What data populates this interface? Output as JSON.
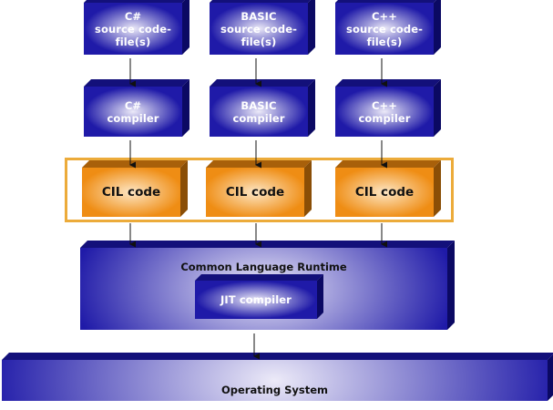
{
  "sources": [
    {
      "id": "cs",
      "label": "C#\nsource code-\nfile(s)"
    },
    {
      "id": "basic",
      "label": "BASIC\nsource code-\nfile(s)"
    },
    {
      "id": "cpp",
      "label": "C++\nsource code-\nfile(s)"
    }
  ],
  "compilers": [
    {
      "id": "cs",
      "label": "C#\ncompiler"
    },
    {
      "id": "basic",
      "label": "BASIC\ncompiler"
    },
    {
      "id": "cpp",
      "label": "C++\ncompiler"
    }
  ],
  "cil": [
    {
      "id": "cs",
      "label": "CIL code"
    },
    {
      "id": "basic",
      "label": "CIL code"
    },
    {
      "id": "cpp",
      "label": "CIL code"
    }
  ],
  "clr": {
    "label": "Common Language Runtime",
    "jit_label": "JIT compiler"
  },
  "os": {
    "label": "Operating System"
  },
  "colors": {
    "blue_front_light": "#eceaf8",
    "blue_front_dark": "#1f1aa8",
    "blue_top": "#13107a",
    "blue_side": "#0b0963",
    "orange_front_light": "#fde6c4",
    "orange_front_dark": "#ef8d14",
    "orange_top": "#a8600a",
    "orange_side": "#8a4e06",
    "frame": "#ecab3a",
    "arrow": "#111111"
  }
}
